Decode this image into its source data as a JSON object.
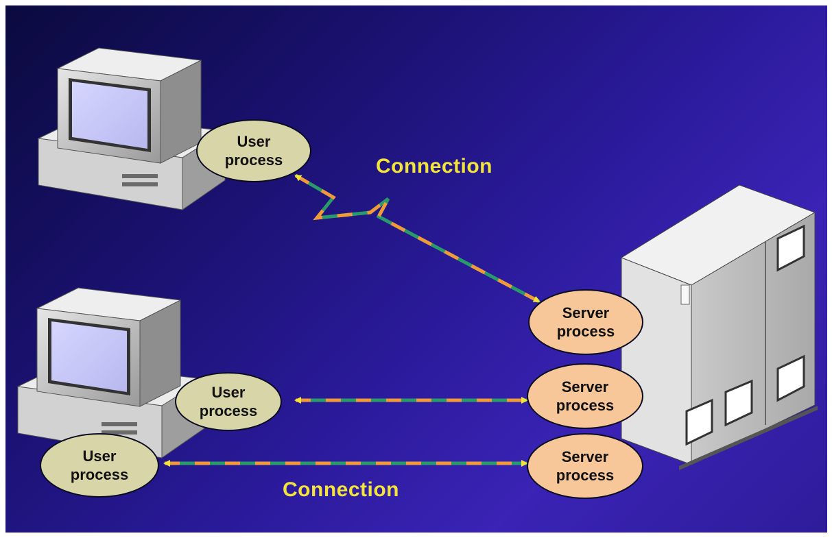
{
  "labels": {
    "connection_top": "Connection",
    "connection_bottom": "Connection"
  },
  "nodes": {
    "user1": {
      "line1": "User",
      "line2": "process"
    },
    "user2": {
      "line1": "User",
      "line2": "process"
    },
    "user3": {
      "line1": "User",
      "line2": "process"
    },
    "server1": {
      "line1": "Server",
      "line2": "process"
    },
    "server2": {
      "line1": "Server",
      "line2": "process"
    },
    "server3": {
      "line1": "Server",
      "line2": "process"
    }
  },
  "colors": {
    "label_text": "#f2e43a",
    "user_node_fill": "#d8d6a8",
    "server_node_fill": "#f7c79a",
    "connection_dash_a": "#f09a3a",
    "connection_dash_b": "#2a9a6a",
    "arrowhead": "#f2e43a"
  },
  "icons": [
    "desktop-computer-icon",
    "server-cabinet-icon"
  ]
}
